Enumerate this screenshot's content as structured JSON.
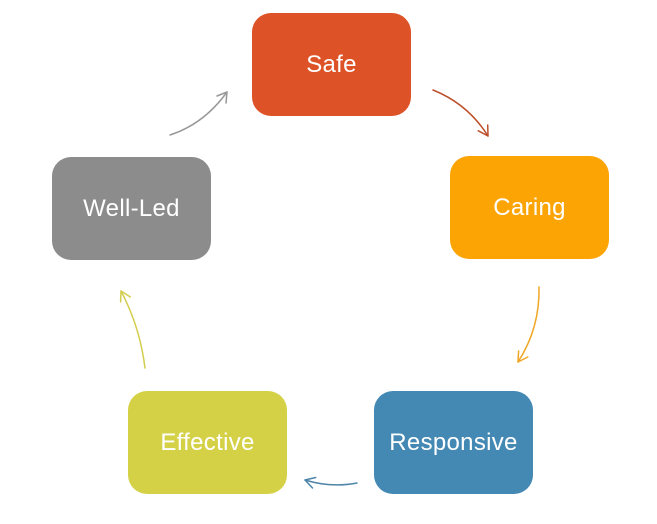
{
  "diagram": {
    "type": "cycle",
    "background": "#ffffff",
    "text_color": "#ffffff",
    "nodes": [
      {
        "id": "safe",
        "label": "Safe",
        "color": "#dd5226"
      },
      {
        "id": "caring",
        "label": "Caring",
        "color": "#fba404"
      },
      {
        "id": "responsive",
        "label": "Responsive",
        "color": "#4489b4"
      },
      {
        "id": "effective",
        "label": "Effective",
        "color": "#d5d147"
      },
      {
        "id": "well-led",
        "label": "Well-Led",
        "color": "#8c8c8c"
      }
    ],
    "arrows": [
      {
        "from": "Safe",
        "to": "Caring",
        "color": "#bc4e2a"
      },
      {
        "from": "Caring",
        "to": "Responsive",
        "color": "#f0a625"
      },
      {
        "from": "Responsive",
        "to": "Effective",
        "color": "#4e84a8"
      },
      {
        "from": "Effective",
        "to": "Well-Led",
        "color": "#d3cd4e"
      },
      {
        "from": "Well-Led",
        "to": "Safe",
        "color": "#989898"
      }
    ]
  }
}
